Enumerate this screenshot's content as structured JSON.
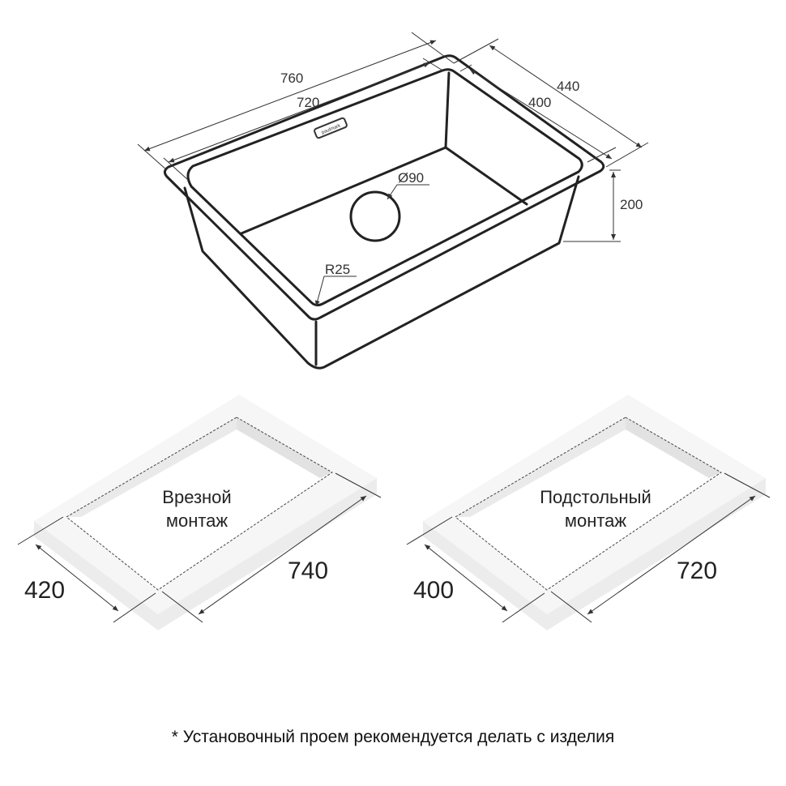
{
  "sink": {
    "dimensions": {
      "outer_length": "760",
      "inner_length": "720",
      "outer_width": "440",
      "inner_width": "400",
      "depth": "200",
      "drain_diameter": "Ø90",
      "corner_radius": "R25"
    },
    "logo_text": "paulmark"
  },
  "mounting": [
    {
      "title_line1": "Врезной",
      "title_line2": "монтаж",
      "width": "420",
      "length": "740"
    },
    {
      "title_line1": "Подстольный",
      "title_line2": "монтаж",
      "width": "400",
      "length": "720"
    }
  ],
  "footnote": "* Установочный проем рекомендуется делать с изделия"
}
